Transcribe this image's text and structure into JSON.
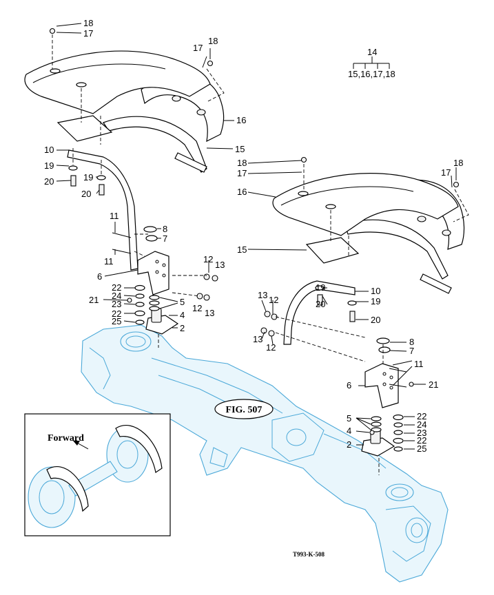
{
  "diagram": {
    "figure_ref": "FIG. 507",
    "drawing_code": "T993-K-508",
    "inset_label": "Forward",
    "group_title": "14",
    "group_members": "15,16,17,18"
  },
  "callouts": {
    "c18a": "18",
    "c17a": "17",
    "c17b": "17",
    "c18b": "18",
    "c16a": "16",
    "c15a": "15",
    "c10a": "10",
    "c19a": "19",
    "c19b": "19",
    "c20a": "20",
    "c20b": "20",
    "c11a": "11",
    "c11b": "11",
    "c8a": "8",
    "c7a": "7",
    "c6a": "6",
    "c12a": "12",
    "c13a": "13",
    "c12b": "12",
    "c13b": "13",
    "c22a": "22",
    "c24a": "24",
    "c21a": "21",
    "c23a": "23",
    "c22b": "22",
    "c25a": "25",
    "c5a": "5",
    "c4a": "4",
    "c2a": "2",
    "c18c": "18",
    "c17c": "17",
    "c16b": "16",
    "c17d": "17",
    "c18d": "18",
    "c15b": "15",
    "c10b": "10",
    "c19c": "19",
    "c20c": "20",
    "c19d": "19",
    "c20d": "20",
    "c13c": "13",
    "c12c": "12",
    "c13d": "13",
    "c12d": "12",
    "c8b": "8",
    "c7b": "7",
    "c11c": "11",
    "c6b": "6",
    "c21b": "21",
    "c5b": "5",
    "c4b": "4",
    "c2b": "2",
    "c22c": "22",
    "c24b": "24",
    "c23b": "23",
    "c22d": "22",
    "c25b": "25"
  }
}
